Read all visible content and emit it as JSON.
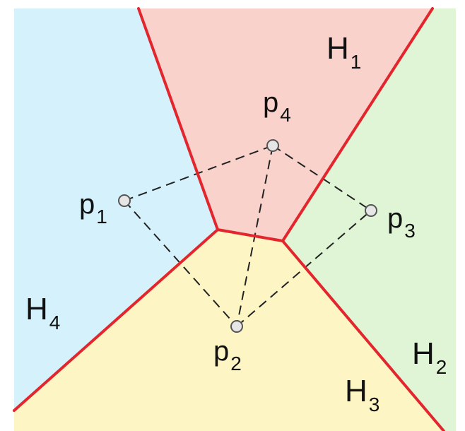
{
  "colors": {
    "region_h1": "#f9d2cc",
    "region_h2": "#dff5d5",
    "region_h3": "#fdf5c4",
    "region_h4": "#d5f1fb",
    "boundary": "#e3262d",
    "dashed": "#222222",
    "point_fill": "#e6e6e6",
    "point_stroke": "#555555"
  },
  "regions": {
    "h1": {
      "letter": "H",
      "subscript": "1"
    },
    "h2": {
      "letter": "H",
      "subscript": "2"
    },
    "h3": {
      "letter": "H",
      "subscript": "3"
    },
    "h4": {
      "letter": "H",
      "subscript": "4"
    }
  },
  "points": {
    "p1": {
      "letter": "p",
      "subscript": "1"
    },
    "p2": {
      "letter": "p",
      "subscript": "2"
    },
    "p3": {
      "letter": "p",
      "subscript": "3"
    },
    "p4": {
      "letter": "p",
      "subscript": "4"
    }
  }
}
